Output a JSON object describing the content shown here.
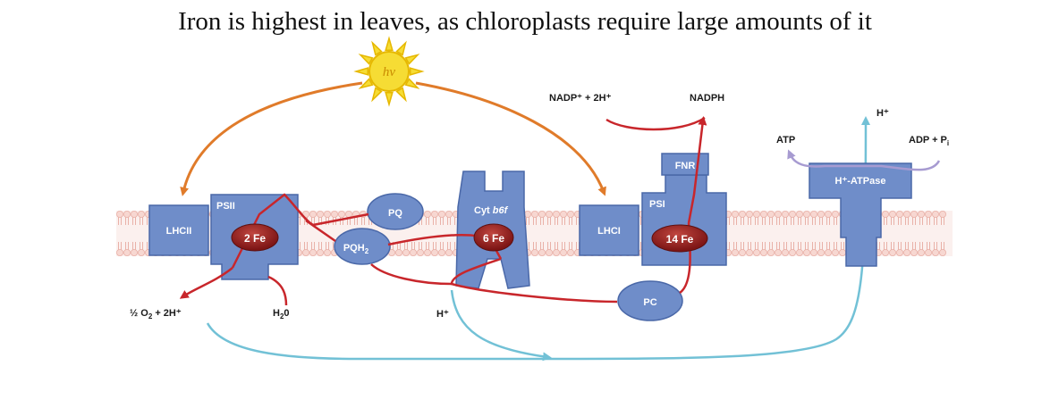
{
  "title": "Iron is highest in leaves, as chloroplasts require large amounts of it",
  "light": {
    "label": "hv",
    "icon": "sun-icon"
  },
  "complexes": {
    "lhcii": "LHCII",
    "psii": "PSII",
    "pq": "PQ",
    "pqh2": "PQH",
    "pqh2_sub": "2",
    "cytb6f_prefix": "Cyt ",
    "cytb6f_name": "b6f",
    "lhci": "LHCI",
    "psi": "PSI",
    "fnr": "FNR",
    "pc": "PC",
    "atpase": "H⁺-ATPase"
  },
  "iron": {
    "psii": "2 Fe",
    "cytb6f": "6 Fe",
    "psi": "14 Fe"
  },
  "labels": {
    "nadp_in": "NADP⁺ + 2H⁺",
    "nadph": "NADPH",
    "atp": "ATP",
    "adp": "ADP + P",
    "adp_sub": "i",
    "h_top": "H⁺",
    "h_lumen": "H⁺",
    "water": "H",
    "water_sub": "2",
    "water_end": "0",
    "oxygen_half": "½",
    "oxygen": " O",
    "oxygen_sub": "2",
    "oxygen_end": " + 2H⁺"
  },
  "colors": {
    "protein": "#6f8dc9",
    "protein_stroke": "#4a68a8",
    "iron": "#8b1a1a",
    "electron_path": "#c8262b",
    "light_path": "#e07b2a",
    "proton_path": "#72c1d6",
    "atp_path": "#a79bd1",
    "membrane": "#e9b1a8",
    "sun": "#f6dc34"
  }
}
